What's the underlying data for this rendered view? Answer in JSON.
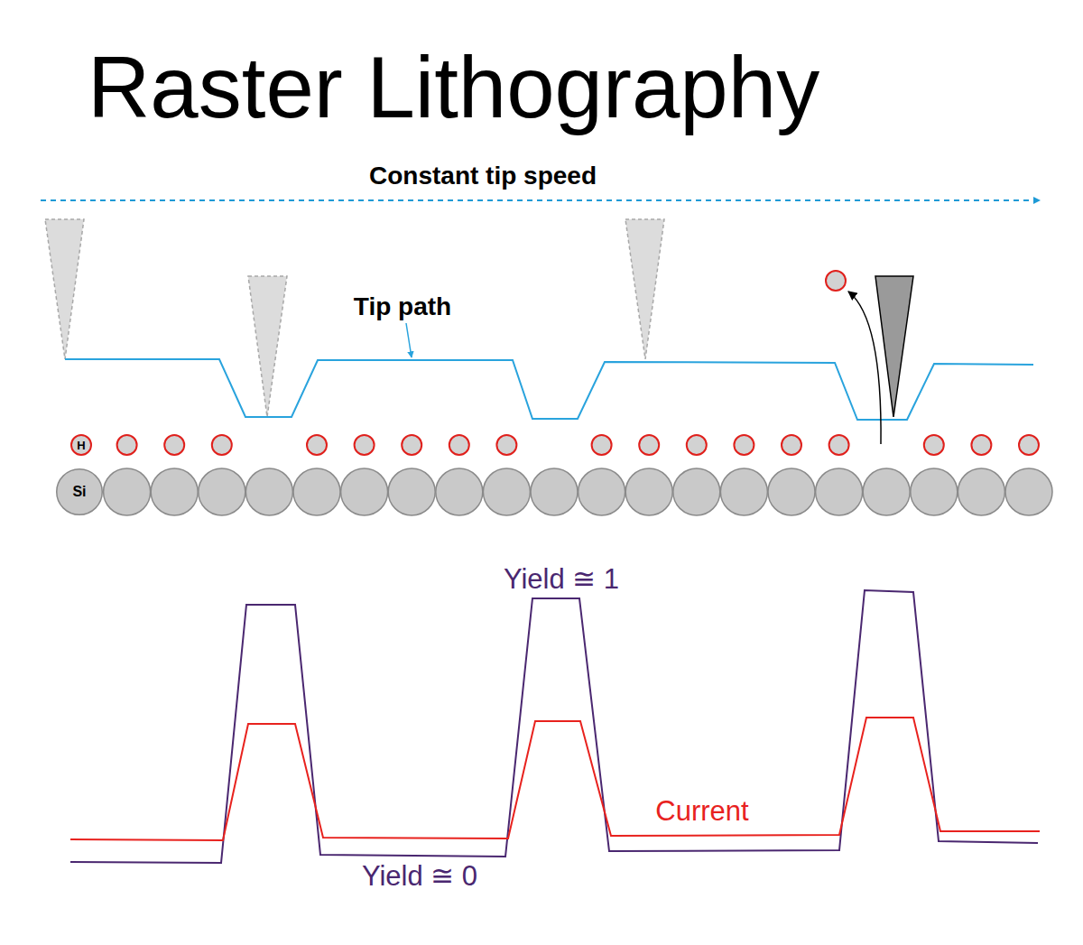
{
  "diagram": {
    "title": "Raster Lithography",
    "nodes": [
      {
        "text": [
          "H"
        ]
      },
      {
        "text": [
          "Si"
        ]
      }
    ],
    "labels": [
      "Constant tip speed",
      "Tip path",
      "Yield ≅ 1",
      "Current",
      "Yield ≅ 0"
    ]
  }
}
